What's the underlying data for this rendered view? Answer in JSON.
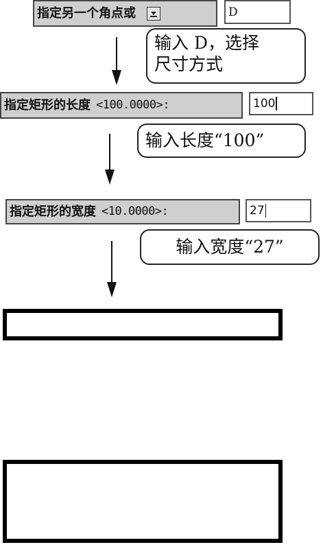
{
  "step1": {
    "prompt": "指定另一个角点或",
    "dropdown_icon": "dropdown-arrow-icon",
    "input_value": "D",
    "callout_line1": "输入 D，选择",
    "callout_line2": "尺寸方式"
  },
  "step2": {
    "prompt": "指定矩形的长度",
    "default": "<100.0000>:",
    "input_value": "100",
    "callout": "输入长度“100”"
  },
  "step3": {
    "prompt": "指定矩形的宽度",
    "default": "<10.0000>:",
    "input_value": "27",
    "callout": "输入宽度“27”"
  },
  "result": {
    "thin_rectangle": "rectangle-100x10",
    "final_rectangle": "rectangle-100x27"
  }
}
